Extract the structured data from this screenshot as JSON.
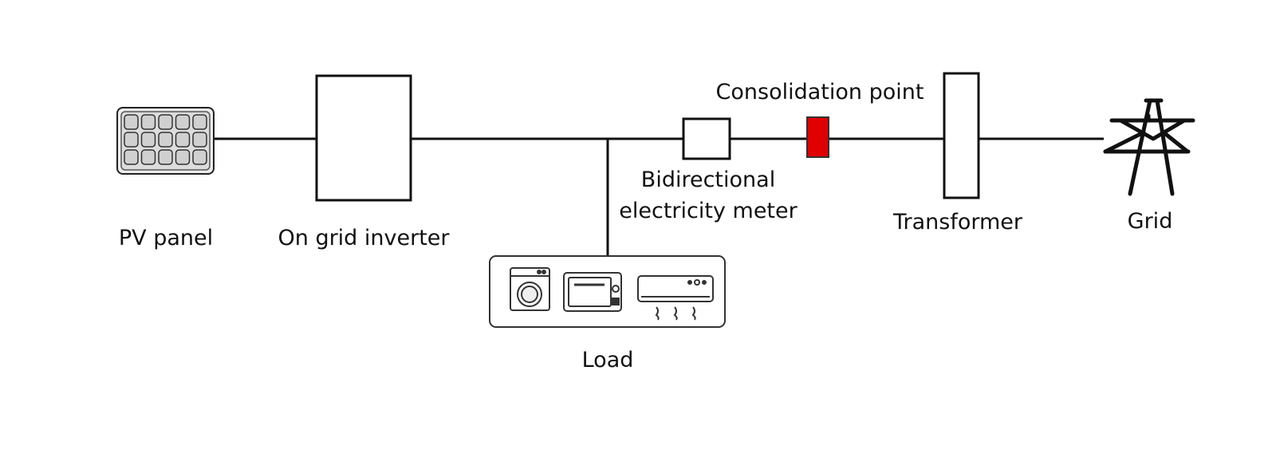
{
  "labels": {
    "pv_panel": "PV panel",
    "inverter": "On grid inverter",
    "meter_line1": "Bidirectional",
    "meter_line2": "electricity meter",
    "consolidation_point": "Consolidation point",
    "transformer": "Transformer",
    "grid": "Grid",
    "load": "Load"
  },
  "icons": {
    "pv_panel": "solar-panel-icon",
    "washing_machine": "washing-machine-icon",
    "microwave": "microwave-icon",
    "air_conditioner": "air-conditioner-icon",
    "grid": "transmission-tower-icon"
  },
  "colors": {
    "line": "#111111",
    "consolidation_point": "#e00000",
    "panel_fill": "#d9d9d9"
  }
}
